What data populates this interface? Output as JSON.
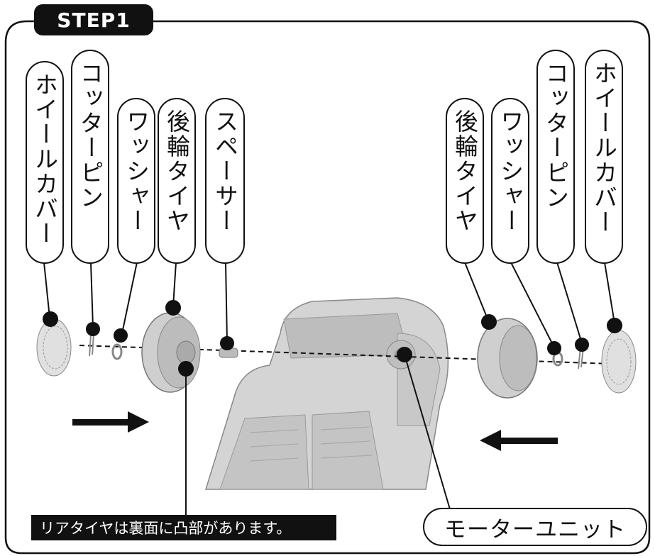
{
  "step_label": "STEP1",
  "labels_left": [
    "ホイールカバー",
    "コッターピン",
    "ワッシャー",
    "後輪タイヤ",
    "スペーサー"
  ],
  "labels_right": [
    "後輪タイヤ",
    "ワッシャー",
    "コッターピン",
    "ホイールカバー"
  ],
  "note": "リアタイヤは裏面に凸部があります。",
  "motor_unit": "モーターユニット",
  "colors": {
    "ink": "#111111",
    "part_fill": "#d9d9d9",
    "part_shade": "#a8a8a8"
  }
}
